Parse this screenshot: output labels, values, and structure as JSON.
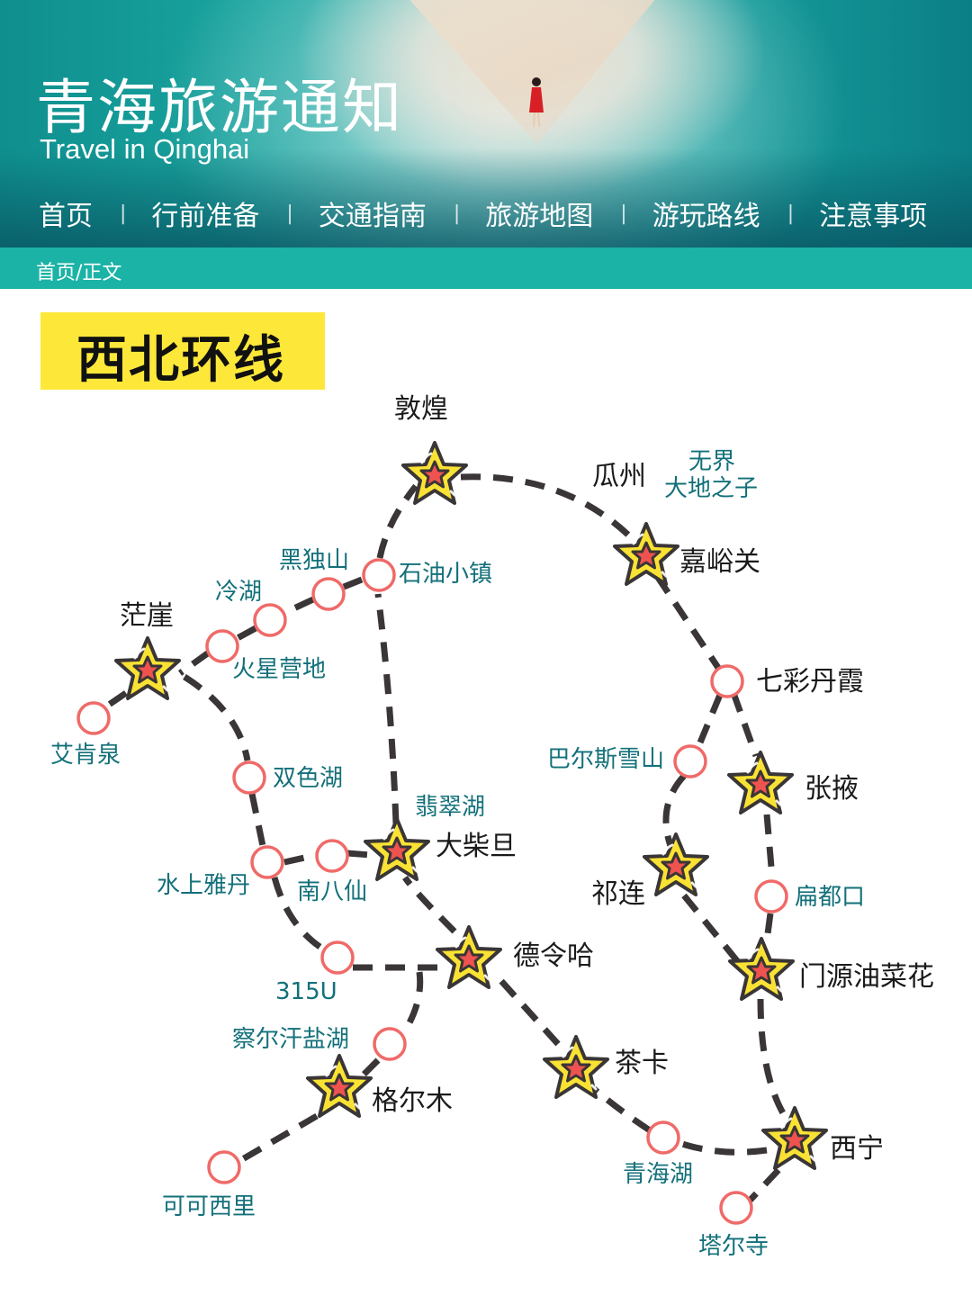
{
  "header": {
    "title": "青海旅游通知",
    "subtitle": "Travel in Qinghai",
    "nav": [
      {
        "label": "首页"
      },
      {
        "label": "行前准备"
      },
      {
        "label": "交通指南"
      },
      {
        "label": "旅游地图"
      },
      {
        "label": "游玩路线"
      },
      {
        "label": "注意事项"
      }
    ],
    "nav_separator": "|",
    "breadcrumb": "首页/正文"
  },
  "colors": {
    "header_teal": "#0f8f8e",
    "breadcrumb_bar": "#1bb3a6",
    "badge_yellow": "#fde83a",
    "route_line": "#3a3536",
    "star_fill": "#f9e234",
    "star_inner": "#ef5350",
    "circle_stroke": "#ef6a68",
    "minor_label": "#13707a",
    "major_label": "#1a1a1a"
  },
  "route": {
    "name": "西北环线",
    "major_stops": [
      {
        "id": "dunhuang",
        "name": "敦煌"
      },
      {
        "id": "guazhou",
        "name": "瓜州"
      },
      {
        "id": "jiayuguan",
        "name": "嘉峪关"
      },
      {
        "id": "zhangye",
        "name": "张掖"
      },
      {
        "id": "qilian",
        "name": "祁连"
      },
      {
        "id": "menyuan",
        "name": "门源油菜花"
      },
      {
        "id": "xining",
        "name": "西宁"
      },
      {
        "id": "chaka",
        "name": "茶卡"
      },
      {
        "id": "delingha",
        "name": "德令哈"
      },
      {
        "id": "dachaidan",
        "name": "大柴旦"
      },
      {
        "id": "golmud",
        "name": "格尔木"
      },
      {
        "id": "mangya",
        "name": "茫崖"
      }
    ],
    "minor_stops": [
      {
        "id": "wujie",
        "name": "无界",
        "name2": "大地之子"
      },
      {
        "id": "shiyou",
        "name": "石油小镇"
      },
      {
        "id": "heidu",
        "name": "黑独山"
      },
      {
        "id": "lenghu",
        "name": "冷湖"
      },
      {
        "id": "huoxing",
        "name": "火星营地"
      },
      {
        "id": "aikenquan",
        "name": "艾肯泉"
      },
      {
        "id": "shuangse",
        "name": "双色湖"
      },
      {
        "id": "feicui",
        "name": "翡翠湖"
      },
      {
        "id": "shuishang",
        "name": "水上雅丹"
      },
      {
        "id": "nanbaxian",
        "name": "南八仙"
      },
      {
        "id": "u315",
        "name": "315U"
      },
      {
        "id": "chaerhan",
        "name": "察尔汗盐湖"
      },
      {
        "id": "kekexili",
        "name": "可可西里"
      },
      {
        "id": "qicai",
        "name": "七彩丹霞"
      },
      {
        "id": "baersi",
        "name": "巴尔斯雪山"
      },
      {
        "id": "biandukou",
        "name": "扁都口"
      },
      {
        "id": "qinghaihu",
        "name": "青海湖"
      },
      {
        "id": "taersi",
        "name": "塔尔寺"
      }
    ]
  }
}
